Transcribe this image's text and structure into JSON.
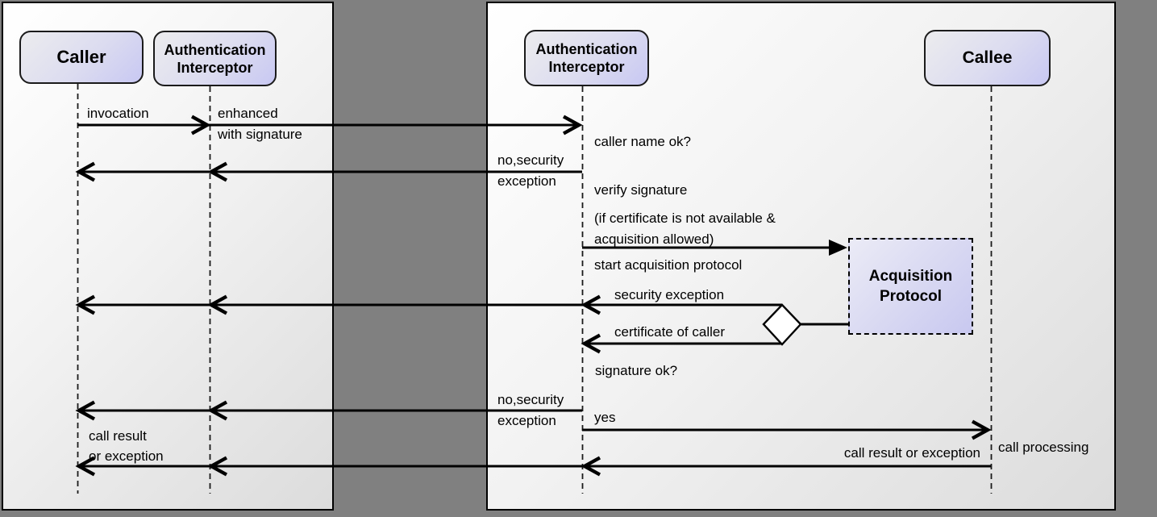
{
  "colors": {
    "background": "#808080",
    "panel_gradient_start": "#ffffff",
    "panel_gradient_end": "#dcdcdc",
    "box_gradient_start": "#ececee",
    "box_gradient_end": "#c8c8f2",
    "box_border": "#1b1b1b",
    "line": "#000000"
  },
  "participants": {
    "caller": "Caller",
    "auth_interceptor_left": "Authentication Interceptor",
    "auth_interceptor_right": "Authentication Interceptor",
    "callee": "Callee",
    "acquisition_protocol": "Acquisition Protocol"
  },
  "messages": {
    "invocation": "invocation",
    "enhanced_line1": "enhanced",
    "enhanced_line2": "with signature",
    "caller_name_ok": "caller name ok?",
    "no_security_1_line1": "no,security",
    "no_security_1_line2": "exception",
    "verify_signature": "verify signature",
    "condition_line1": "(if certificate is not available &",
    "condition_line2": "acquisition allowed)",
    "start_acquisition": "start acquisition protocol",
    "security_exception": "security exception",
    "certificate_of_caller": "certificate of caller",
    "signature_ok": "signature ok?",
    "no_security_2_line1": "no,security",
    "no_security_2_line2": "exception",
    "yes": "yes",
    "call_processing": "call processing",
    "call_result_right": "call result or exception",
    "call_result_left_line1": "call result",
    "call_result_left_line2": "or exception"
  }
}
